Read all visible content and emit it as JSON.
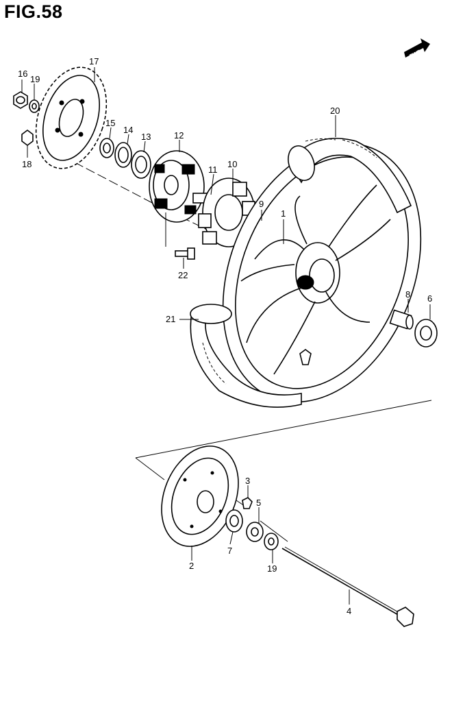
{
  "figure": {
    "title": "FIG.58",
    "fwd_label": "FWD"
  },
  "callouts": [
    {
      "id": "c1",
      "number": "1"
    },
    {
      "id": "c2",
      "number": "2"
    },
    {
      "id": "c3",
      "number": "3"
    },
    {
      "id": "c4",
      "number": "4"
    },
    {
      "id": "c5",
      "number": "5"
    },
    {
      "id": "c6",
      "number": "6"
    },
    {
      "id": "c7",
      "number": "7"
    },
    {
      "id": "c8",
      "number": "8"
    },
    {
      "id": "c9",
      "number": "9"
    },
    {
      "id": "c10",
      "number": "10"
    },
    {
      "id": "c11",
      "number": "11"
    },
    {
      "id": "c12",
      "number": "12"
    },
    {
      "id": "c13",
      "number": "13"
    },
    {
      "id": "c14",
      "number": "14"
    },
    {
      "id": "c15",
      "number": "15"
    },
    {
      "id": "c16",
      "number": "16"
    },
    {
      "id": "c17",
      "number": "17"
    },
    {
      "id": "c18",
      "number": "18"
    },
    {
      "id": "c19a",
      "number": "19"
    },
    {
      "id": "c19b",
      "number": "19"
    },
    {
      "id": "c20",
      "number": "20"
    },
    {
      "id": "c21",
      "number": "21"
    },
    {
      "id": "c22",
      "number": "22"
    }
  ]
}
